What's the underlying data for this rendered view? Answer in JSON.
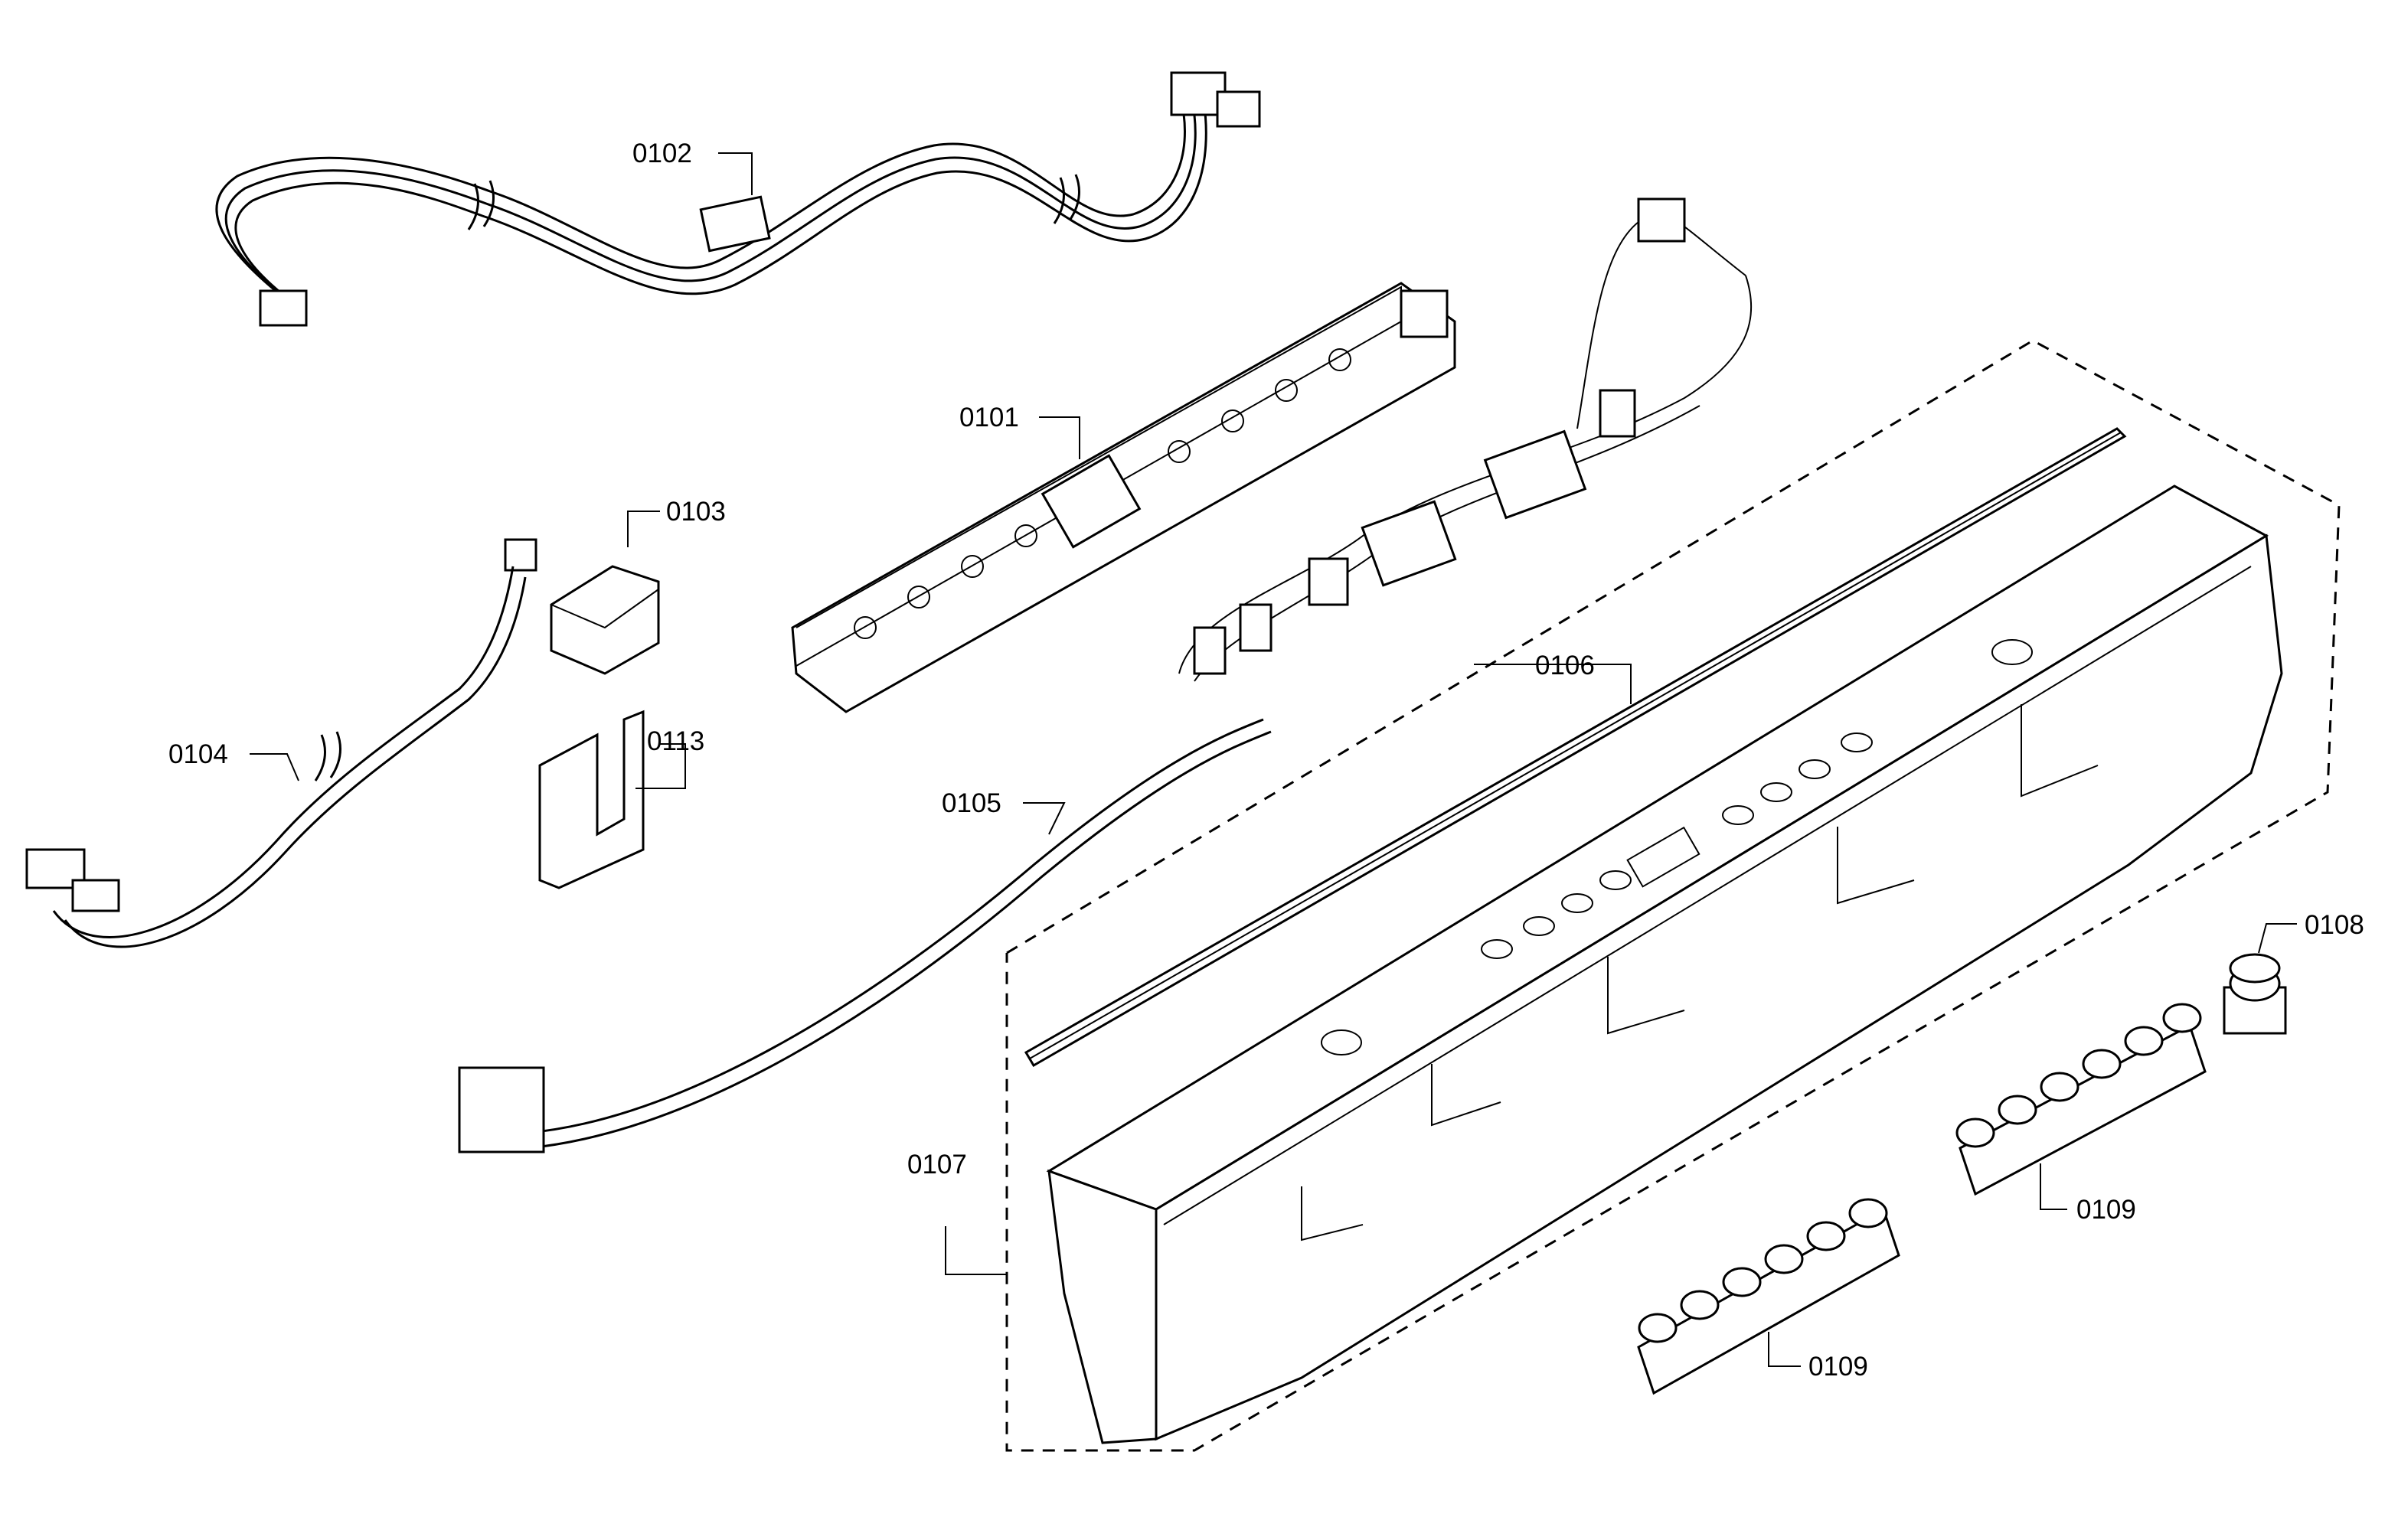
{
  "diagram": {
    "labels": {
      "p0101": "0101",
      "p0102": "0102",
      "p0103": "0103",
      "p0104": "0104",
      "p0105": "0105",
      "p0106": "0106",
      "p0107": "0107",
      "p0108": "0108",
      "p0109a": "0109",
      "p0109b": "0109",
      "p0113": "0113"
    }
  }
}
